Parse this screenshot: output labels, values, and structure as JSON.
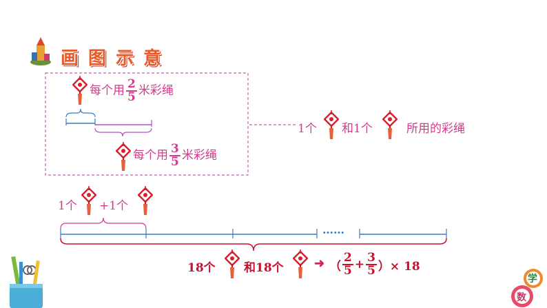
{
  "header": {
    "chars": [
      "画",
      "图",
      "示",
      "意"
    ]
  },
  "top_box": {
    "line1": {
      "prefix": "每个用",
      "num": "2",
      "den": "5",
      "suffix": "米彩绳"
    },
    "line2": {
      "prefix": "每个用",
      "num": "3",
      "den": "5",
      "suffix": "米彩绳"
    }
  },
  "summary": {
    "part1": "1个",
    "part2": "和1个",
    "part3": "所用的彩绳"
  },
  "middle_label": {
    "part1": "1个",
    "part2": "+1个"
  },
  "dots": "……",
  "bottom": {
    "part1": "18个",
    "part2": "和18个",
    "arrow": "➜",
    "open": "（",
    "f1_num": "2",
    "f1_den": "5",
    "plus": "+",
    "f2_num": "3",
    "f2_den": "5",
    "close": "）× 18"
  },
  "badge": {
    "top": "学",
    "bottom": "数"
  },
  "colors": {
    "pink": "#d63a8c",
    "red": "#c8102e",
    "blue": "#3a7cc4",
    "header_orange": "#e85a2a"
  }
}
